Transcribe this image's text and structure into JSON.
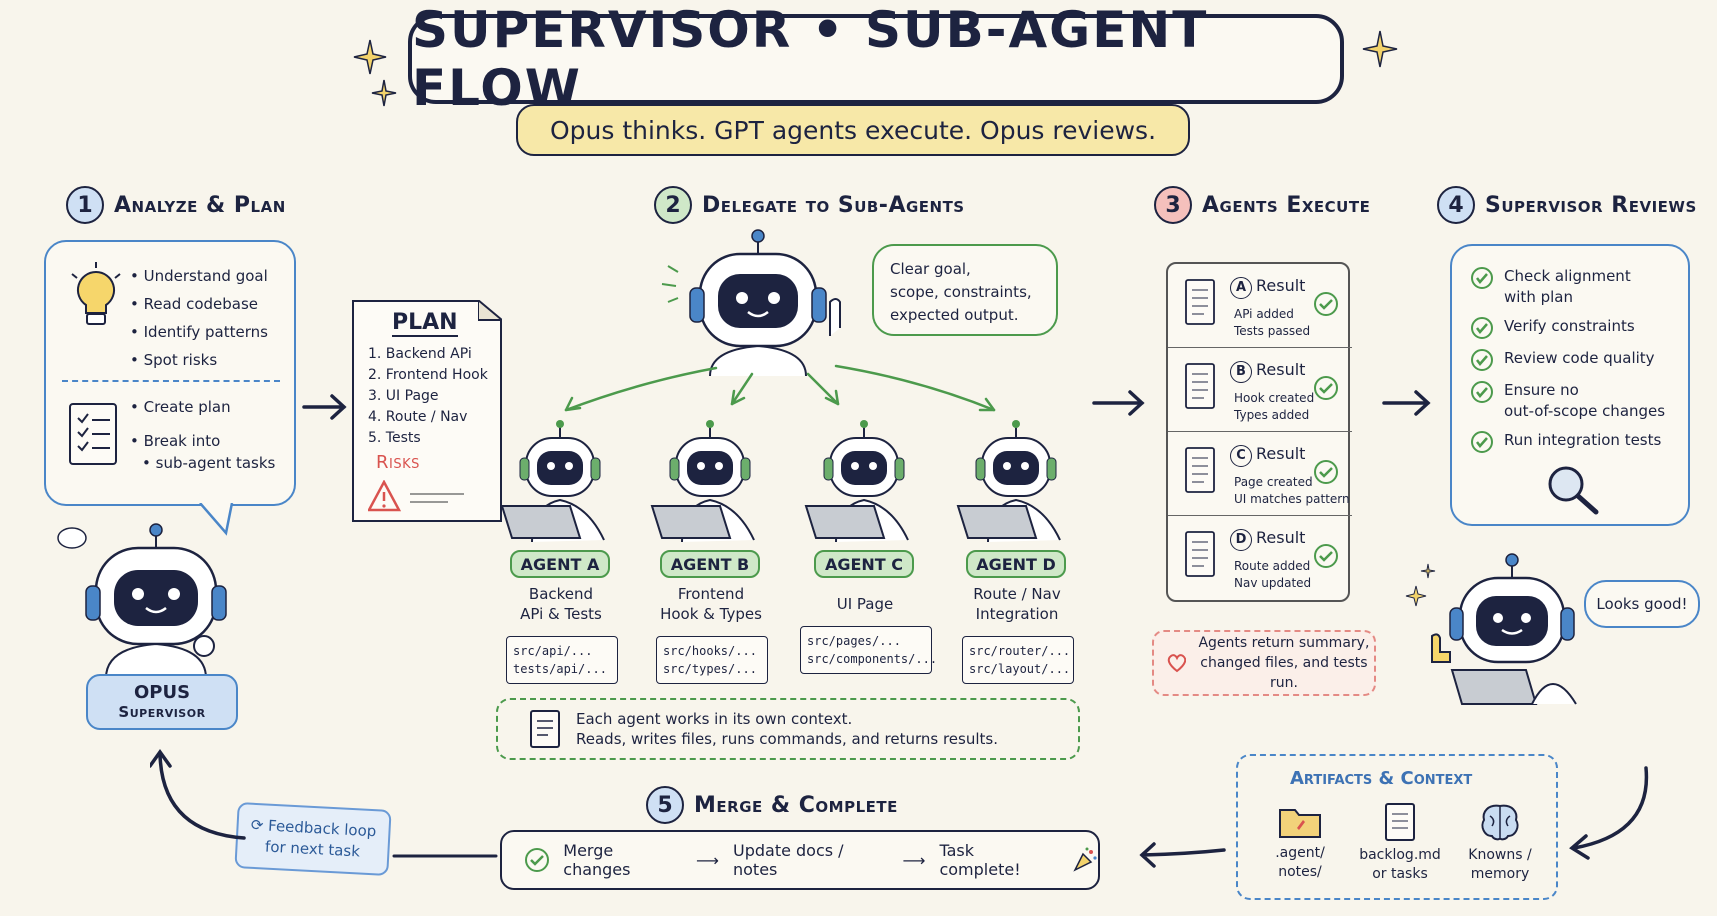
{
  "title": "SUPERVISOR • SUB-AGENT FLOW",
  "subtitle": "Opus thinks. GPT agents execute. Opus reviews.",
  "steps": {
    "s1": {
      "num": "1",
      "label": "Analyze & Plan"
    },
    "s2": {
      "num": "2",
      "label": "Delegate to Sub-Agents"
    },
    "s3": {
      "num": "3",
      "label": "Agents Execute"
    },
    "s4": {
      "num": "4",
      "label": "Supervisor Reviews"
    },
    "s5": {
      "num": "5",
      "label": "Merge & Complete"
    }
  },
  "panel1": {
    "bullets_a": [
      "Understand goal",
      "Read codebase",
      "Identify patterns",
      "Spot risks"
    ],
    "bullets_b": [
      "Create plan",
      "Break into",
      "sub-agent tasks"
    ]
  },
  "opus": {
    "name": "OPUS",
    "role": "Supervisor"
  },
  "plan": {
    "title": "PLAN",
    "items": [
      "1.  Backend APi",
      "2.  Frontend Hook",
      "3.  UI Page",
      "4.  Route / Nav",
      "5.  Tests"
    ],
    "risks": "Risks"
  },
  "delegate_bubble": [
    "Clear goal,",
    "scope, constraints,",
    "expected output."
  ],
  "agents": [
    {
      "label": "AGENT A",
      "desc1": "Backend",
      "desc2": "APi & Tests",
      "file1": "src/api/...",
      "file2": "tests/api/..."
    },
    {
      "label": "AGENT B",
      "desc1": "Frontend",
      "desc2": "Hook & Types",
      "file1": "src/hooks/...",
      "file2": "src/types/..."
    },
    {
      "label": "AGENT C",
      "desc1": "UI Page",
      "desc2": "",
      "file1": "src/pages/...",
      "file2": "src/components/..."
    },
    {
      "label": "AGENT D",
      "desc1": "Route / Nav",
      "desc2": "Integration",
      "file1": "src/router/...",
      "file2": "src/layout/..."
    }
  ],
  "context_note": [
    "Each agent works in its own context.",
    "Reads, writes files, runs commands, and returns results."
  ],
  "results": [
    {
      "letter": "A",
      "title": "Result",
      "l1": "APi added",
      "l2": "Tests passed"
    },
    {
      "letter": "B",
      "title": "Result",
      "l1": "Hook created",
      "l2": "Types added"
    },
    {
      "letter": "C",
      "title": "Result",
      "l1": "Page created",
      "l2": "UI matches pattern"
    },
    {
      "letter": "D",
      "title": "Result",
      "l1": "Route added",
      "l2": "Nav updated"
    }
  ],
  "summary_note": [
    "Agents return summary,",
    "changed files, and tests run."
  ],
  "review": [
    [
      "Check alignment",
      "with plan"
    ],
    [
      "Verify constraints"
    ],
    [
      "Review code quality"
    ],
    [
      "Ensure no",
      "out-of-scope changes"
    ],
    [
      "Run integration tests"
    ]
  ],
  "looks_good": "Looks good!",
  "artifacts": {
    "title": "Artifacts & Context",
    "items": [
      {
        "l1": ".agent/",
        "l2": "notes/"
      },
      {
        "l1": "backlog.md",
        "l2": "or tasks"
      },
      {
        "l1": "Knowns /",
        "l2": "memory"
      }
    ]
  },
  "merge": {
    "a": "Merge changes",
    "b": "Update docs / notes",
    "c": "Task complete!"
  },
  "feedback": [
    "Feedback loop",
    "for next task"
  ],
  "colors": {
    "ink": "#1d2340",
    "blue": "#4a86c8",
    "green": "#4c9a4c",
    "red": "#d9534f",
    "yellow": "#f7e8a8"
  }
}
